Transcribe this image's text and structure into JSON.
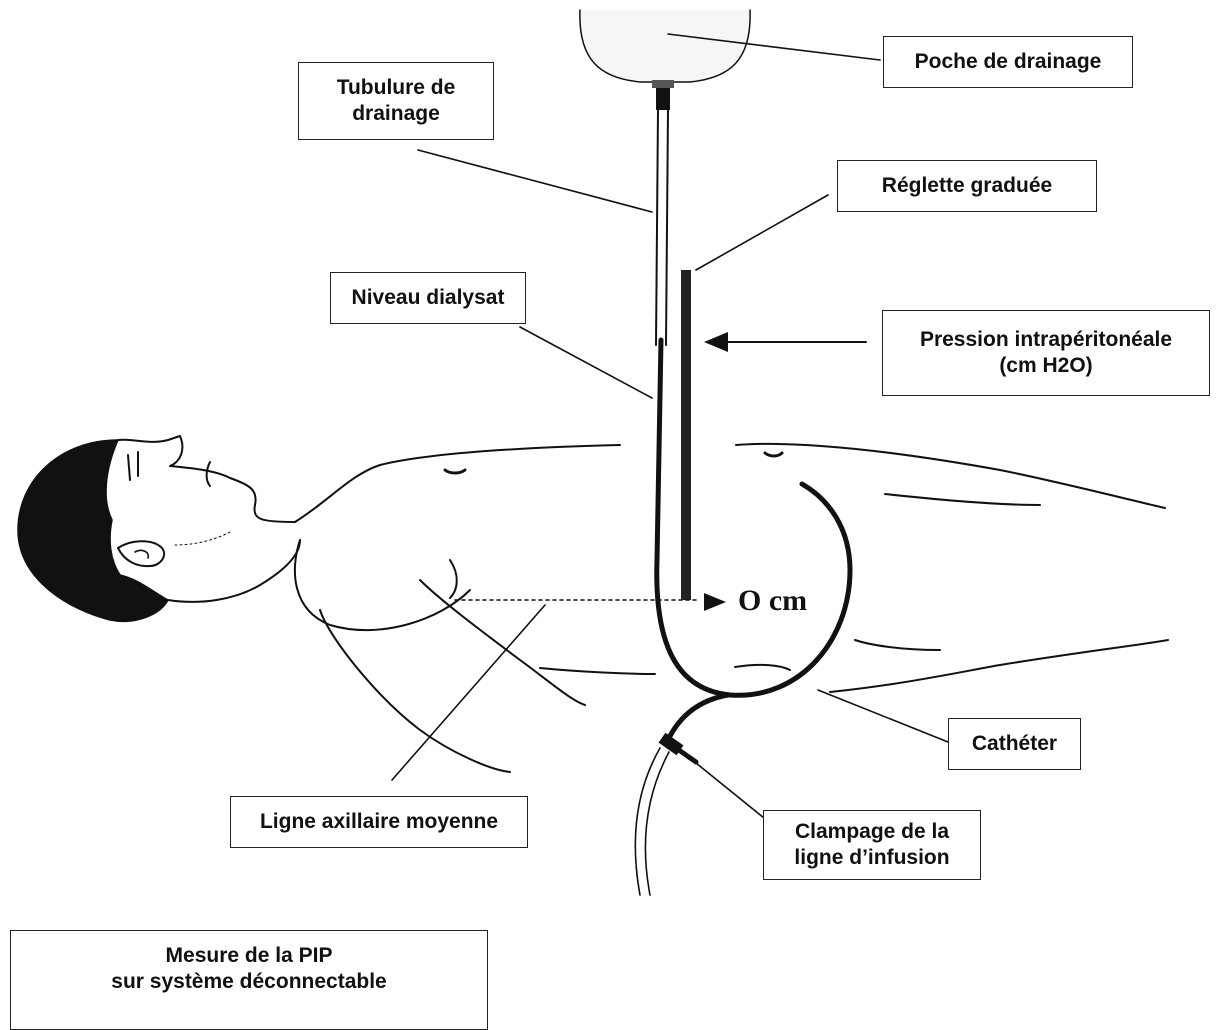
{
  "labels": {
    "poche": "Poche de drainage",
    "tubulure_1": "Tubulure de",
    "tubulure_2": "drainage",
    "reglette": "Réglette graduée",
    "niveau": "Niveau dialysat",
    "pression_1": "Pression intrapéritonéale",
    "pression_2": "(cm H2O)",
    "catheter": "Cathéter",
    "ligne_axillaire": "Ligne axillaire moyenne",
    "clampage_1": "Clampage de la",
    "clampage_2": "ligne d’infusion",
    "zero": "O cm"
  },
  "caption": {
    "line1": "Mesure de la PIP",
    "line2": "sur système déconnectable"
  }
}
